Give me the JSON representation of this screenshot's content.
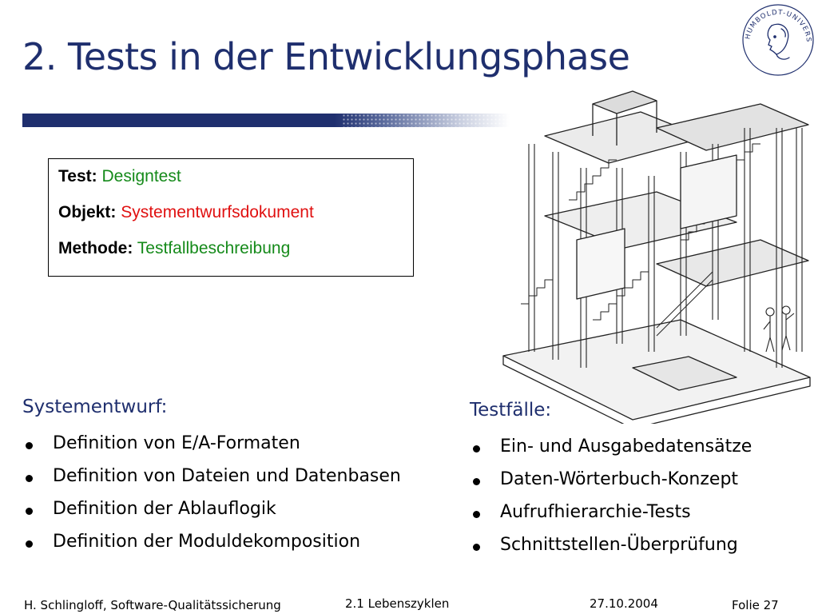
{
  "slide": {
    "title": "2. Tests in der Entwicklungsphase",
    "info": {
      "test_label": "Test:",
      "test_value": "Designtest",
      "object_label": "Objekt:",
      "object_value": "Systementwurfsdokument",
      "method_label": "Methode:",
      "method_value": "Testfallbeschreibung"
    },
    "left_section": {
      "heading": "Systementwurf:",
      "items": [
        "Definition von E/A-Formaten",
        "Definition von Dateien und Datenbasen",
        "Definition der Ablauflogik",
        "Definition der Moduldekomposition"
      ]
    },
    "right_section": {
      "heading": "Testfälle:",
      "items": [
        "Ein- und Ausgabedatensätze",
        "Daten-Wörterbuch-Konzept",
        "Aufrufhierarchie-Tests",
        "Schnittstellen-Überprüfung"
      ]
    },
    "seal_text": "HUMBOLDT-UNIVERSITÄT",
    "footer": {
      "author": "H. Schlingloff, Software-Qualitätssicherung",
      "section": "2.1 Lebenszyklen",
      "date": "27.10.2004",
      "page": "Folie 27"
    }
  },
  "colors": {
    "title": "#1f2f6e",
    "green": "#158a1a",
    "red": "#e01010"
  },
  "icons": [
    "university-seal-icon",
    "escher-staircase-illustration"
  ]
}
